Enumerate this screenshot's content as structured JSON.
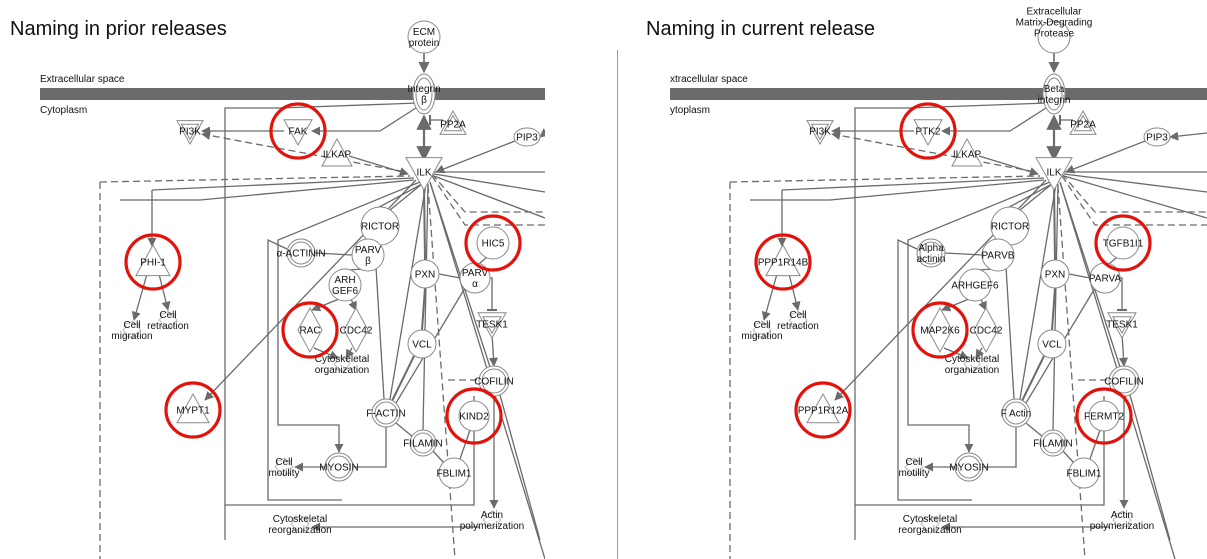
{
  "panels": {
    "left": {
      "title": "Naming in prior releases",
      "compartments": {
        "top": "Extracellular space",
        "bottom": "Cytoplasm"
      },
      "nodes": {
        "ecm": "ECM protein",
        "integrin": "Integrin β",
        "pp2a": "PP2A",
        "pi3k": "PI3K",
        "fak": "FAK",
        "ilkap": "ILKAP",
        "pip3": "PIP3",
        "ilk": "ILK",
        "rictor": "RICTOR",
        "actinin": "α-ACTININ",
        "parvb": "PARV β",
        "arhgef6": "ARH GEF6",
        "hic5": "HIC5",
        "pxn": "PXN",
        "parva": "PARV α",
        "phi1": "PHI-1",
        "cell_migration": "Cell migration",
        "cell_retraction": "Cell retraction",
        "rac": "RAC",
        "cdc42": "CDC42",
        "tesk1": "TESK1",
        "cyto_org": "Cytoskeletal organization",
        "vcl": "VCL",
        "cofilin": "COFILIN",
        "mypt1": "MYPT1",
        "factin": "F-ACTIN",
        "kind2": "KIND2",
        "filamin": "FILAMIN",
        "cell_motility": "Cell motility",
        "myosin": "MYOSIN",
        "fblim1": "FBLIM1",
        "cyto_reorg": "Cytoskeletal reorganization",
        "actin_poly": "Actin polymerization"
      },
      "highlighted": [
        "fak",
        "phi1",
        "rac",
        "hic5",
        "mypt1",
        "kind2"
      ]
    },
    "right": {
      "title": "Naming in current release",
      "compartments": {
        "top": "xtracellular space",
        "bottom": "ytoplasm"
      },
      "nodes": {
        "ecm": "Extracellular Matrix-Degrading Protease",
        "integrin": "Beta integrin",
        "pp2a": "PP2A",
        "pi3k": "PI3K",
        "fak": "PTK2",
        "ilkap": "ILKAP",
        "pip3": "PIP3",
        "ilk": "ILK",
        "rictor": "RICTOR",
        "actinin": "Alpha actinin",
        "parvb": "PARVB",
        "arhgef6": "ARHGEF6",
        "hic5": "TGFB1I1",
        "pxn": "PXN",
        "parva": "PARVA",
        "phi1": "PPP1R14B",
        "cell_migration": "Cell migration",
        "cell_retraction": "Cell retraction",
        "rac": "MAP2K6",
        "cdc42": "CDC42",
        "tesk1": "TESK1",
        "cyto_org": "Cytoskeletal organization",
        "vcl": "VCL",
        "cofilin": "COFILIN",
        "mypt1": "PPP1R12A",
        "factin": "F Actin",
        "kind2": "FERMT2",
        "filamin": "FILAMIN",
        "cell_motility": "Cell motility",
        "myosin": "MYOSIN",
        "fblim1": "FBLIM1",
        "cyto_reorg": "Cytoskeletal reorganization",
        "actin_poly": "Actin polymerization"
      },
      "highlighted": [
        "fak",
        "phi1",
        "rac",
        "hic5",
        "mypt1",
        "kind2"
      ]
    }
  },
  "colors": {
    "highlight": "#e3120b",
    "edge": "#6b6b6b",
    "membrane": "#6b6b6b",
    "node_stroke": "#8a8a8a",
    "divider": "#9a9a9a"
  }
}
